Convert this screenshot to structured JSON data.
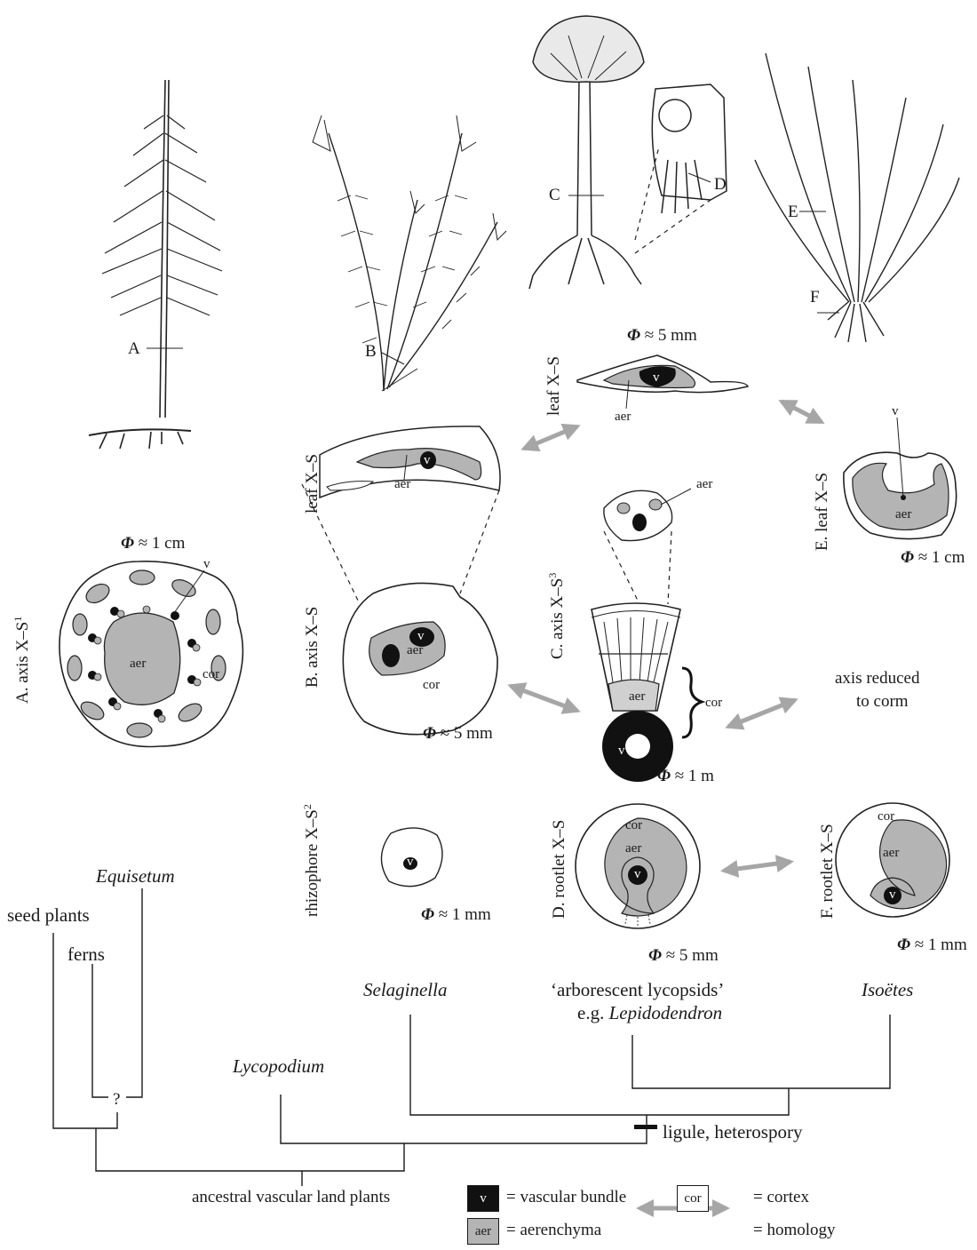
{
  "plants": {
    "A": "A",
    "B": "B",
    "C": "C",
    "D": "D",
    "E": "E",
    "F": "F"
  },
  "sections": {
    "equisetum_axis": {
      "title_prefix": "A. axis X–S",
      "sup": "1",
      "diam_sym": "Φ",
      "diam": "≈ 1 cm",
      "aer": "aer",
      "cor": "cor",
      "v": "v"
    },
    "selaginella_leaf": {
      "title": "leaf X–S",
      "aer": "aer",
      "v": "v"
    },
    "selaginella_axis": {
      "title": "B. axis X–S",
      "diam_sym": "Φ",
      "diam": "≈ 5 mm",
      "aer": "aer",
      "cor": "cor",
      "v": "v"
    },
    "lepido_leaf": {
      "title": "leaf X–S",
      "diam_sym": "Φ",
      "diam": "≈ 5 mm",
      "aer": "aer",
      "v": "v"
    },
    "lepido_small": {
      "aer": "aer"
    },
    "lepido_axis": {
      "title_prefix": "C. axis X–S",
      "sup": "3",
      "diam_sym": "Φ",
      "diam": "≈ 1 m",
      "aer": "aer",
      "cor": "cor",
      "v": "v"
    },
    "isoetes_leaf": {
      "title": "E. leaf X–S",
      "diam_sym": "Φ",
      "diam": "≈ 1 cm",
      "aer": "aer",
      "v": "v"
    },
    "isoetes_axis": {
      "text1": "axis reduced",
      "text2": "to corm"
    },
    "rhizophore": {
      "title_prefix": "rhizophore X–S",
      "sup": "2",
      "diam_sym": "Φ",
      "diam": "≈ 1 mm",
      "v": "v"
    },
    "lepido_rootlet": {
      "title": "D. rootlet X–S",
      "diam_sym": "Φ",
      "diam": "≈ 5 mm",
      "cor": "cor",
      "aer": "aer",
      "v": "v"
    },
    "isoetes_rootlet": {
      "title": "F. rootlet X–S",
      "diam_sym": "Φ",
      "diam": "≈ 1 mm",
      "cor": "cor",
      "aer": "aer",
      "v": "v"
    }
  },
  "tree": {
    "equisetum": "Equisetum",
    "seed_plants": "seed plants",
    "ferns": "ferns",
    "question": "?",
    "lycopodium": "Lycopodium",
    "selaginella": "Selaginella",
    "arborescent": "‘arborescent lycopsids’",
    "eg": "e.g. ",
    "lepidodendron": "Lepidodendron",
    "isoetes": "Isoëtes",
    "synapomorphy": "ligule, heterospory",
    "root": "ancestral vascular land plants"
  },
  "legend": {
    "v_symbol": "v",
    "v_text": "= vascular bundle",
    "cor_symbol": "cor",
    "cor_text": "= cortex",
    "aer_symbol": "aer",
    "aer_text": "= aerenchyma",
    "homology_text": "= homology"
  },
  "colors": {
    "aerenchyma": "#b4b4b4",
    "vascular": "#111111",
    "homology_arrow": "#a6a6a6",
    "line": "#1a1a1a"
  }
}
